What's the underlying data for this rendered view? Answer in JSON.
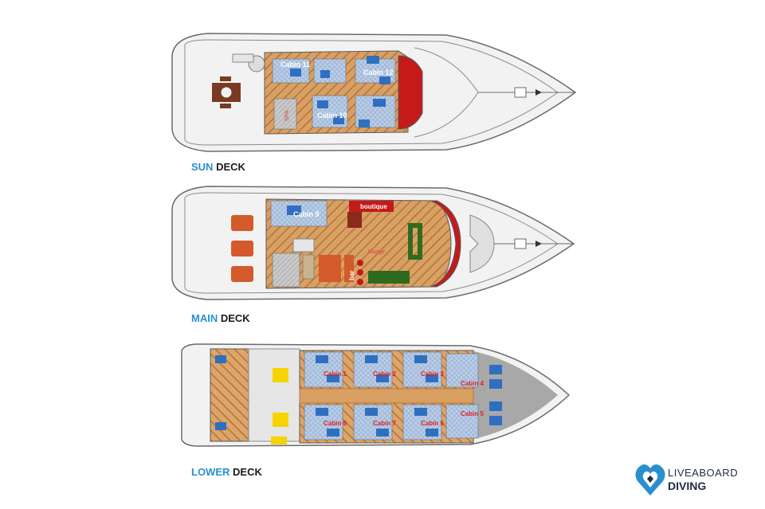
{
  "decks": {
    "sun": {
      "accent": "SUN",
      "rest": "DECK"
    },
    "main": {
      "accent": "MAIN",
      "rest": "DECK"
    },
    "lower": {
      "accent": "LOWER",
      "rest": "DECK"
    }
  },
  "sun_rooms": {
    "cabin11": "Cabin 11",
    "cabin12": "Cabin 12",
    "cabin10": "Cabin 10",
    "spa": "SPA"
  },
  "main_rooms": {
    "cabin9": "Cabin 9",
    "boutique": "boutique",
    "lounge": "lounge",
    "bar": "bar"
  },
  "lower_rooms": {
    "cabin1": "Cabin 1",
    "cabin2": "Cabin 2",
    "cabin3": "Cabin 3",
    "cabin4": "Cabin 4",
    "cabin5": "Cabin 5",
    "cabin6": "Cabin 6",
    "cabin7": "Cabin 7",
    "cabin8": "Cabin 8"
  },
  "logo": {
    "line1": "LIVEABOARD",
    "line2": "DIVING"
  },
  "colors": {
    "accent": "#2a8fd0",
    "hull": "#f2f2f2",
    "outline": "#6b6b6b",
    "wood": "#d9a064",
    "cabin_floor": "#9fb7d6",
    "bed": "#2f6fc0",
    "carpet_red": "#c41a1a",
    "sofa_green": "#2e6b1e",
    "fuel_yellow": "#f5d400"
  }
}
